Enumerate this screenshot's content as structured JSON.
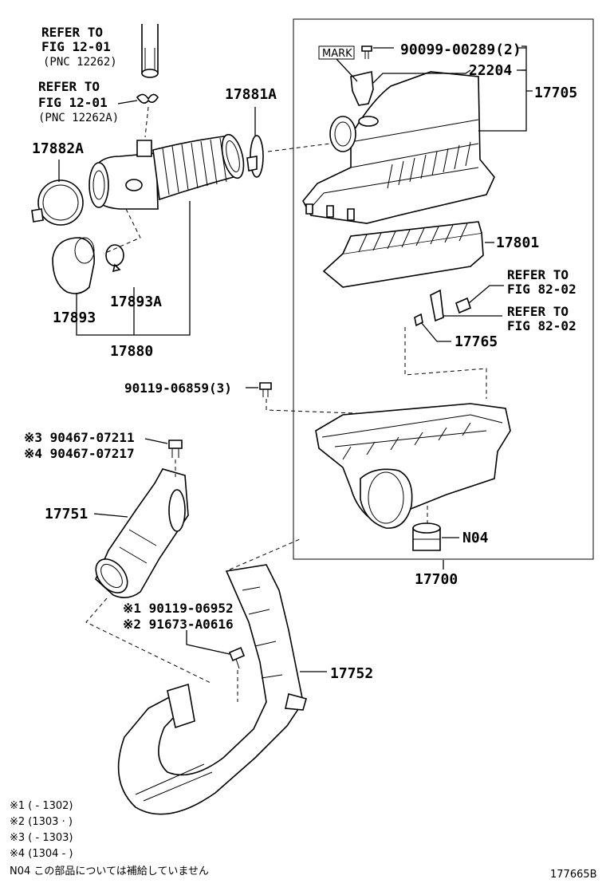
{
  "labels": {
    "refer_top_1": "REFER TO",
    "fig_top_1": "FIG 12-01",
    "pnc_top_1": "(PNC 12262)",
    "refer_top_2": "REFER TO",
    "fig_top_2": "FIG 12-01",
    "pnc_top_2": "(PNC 12262A)",
    "p17881a": "17881A",
    "p17882a": "17882A",
    "mark": "MARK",
    "p90099": "90099-00289(2)",
    "p22204": "22204",
    "p17705": "17705",
    "p17801": "17801",
    "refer_82_1": "REFER TO",
    "fig_82_1": "FIG 82-02",
    "refer_82_2": "REFER TO",
    "fig_82_2": "FIG 82-02",
    "p17765": "17765",
    "p17893": "17893",
    "p17893a": "17893A",
    "p17880": "17880",
    "p90119_06859": "90119-06859(3)",
    "p90467_07211": "※3 90467-07211",
    "p90467_07217": "※4 90467-07217",
    "p17751": "17751",
    "pN04": "N04",
    "p17700": "17700",
    "p90119_06952": "※1 90119-06952",
    "p91673": "※2 91673-A0616",
    "p17752": "17752"
  },
  "footnotes": [
    "※1 (        - 1302)",
    "※2 (1303 ·        )",
    "※3 (        - 1303)",
    "※4 (1304 -        )",
    "N04  この部品については補給していません"
  ],
  "diagram_code": "177665B"
}
